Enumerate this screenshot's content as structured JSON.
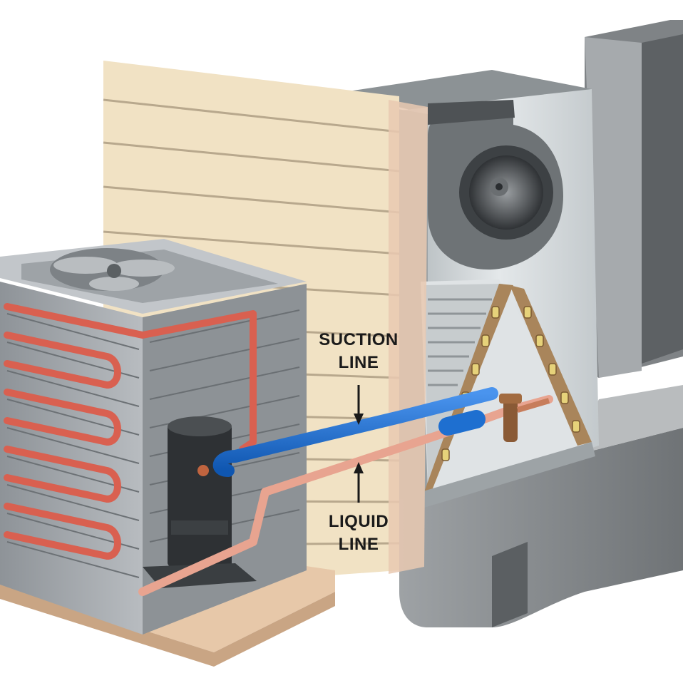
{
  "labels": {
    "suction_line": [
      "SUCTION",
      "LINE"
    ],
    "liquid_line": [
      "LIQUID",
      "LINE"
    ]
  },
  "colors": {
    "suction_line": "#1e6fd0",
    "liquid_line": "#e8a490",
    "coil_tubing": "#d96050",
    "siding": "#f1e2c4",
    "condenser_cabinet": "#a9aeb3",
    "furnace_cabinet": "#cdd3d6",
    "ductwork": "#8f9396",
    "concrete_pad": "#e7c8a9"
  }
}
